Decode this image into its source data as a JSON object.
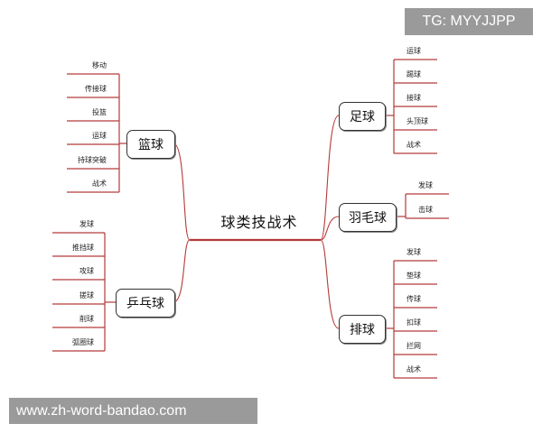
{
  "watermarks": {
    "top_right": "TG: MYYJJPP",
    "bottom_left": "www.zh-word-bandao.com"
  },
  "colors": {
    "branch_line": "#b43a3a",
    "node_border": "#333333"
  },
  "mindmap": {
    "root": "球类技战术",
    "left": [
      {
        "label": "篮球",
        "children": [
          "移动",
          "传接球",
          "投篮",
          "运球",
          "持球突破",
          "战术"
        ]
      },
      {
        "label": "乒乓球",
        "children": [
          "发球",
          "推挡球",
          "攻球",
          "搓球",
          "削球",
          "弧圈球"
        ]
      }
    ],
    "right": [
      {
        "label": "足球",
        "children": [
          "运球",
          "踢球",
          "接球",
          "头顶球",
          "战术"
        ]
      },
      {
        "label": "羽毛球",
        "children": [
          "发球",
          "击球"
        ]
      },
      {
        "label": "排球",
        "children": [
          "发球",
          "垫球",
          "传球",
          "扣球",
          "拦网",
          "战术"
        ]
      }
    ]
  }
}
